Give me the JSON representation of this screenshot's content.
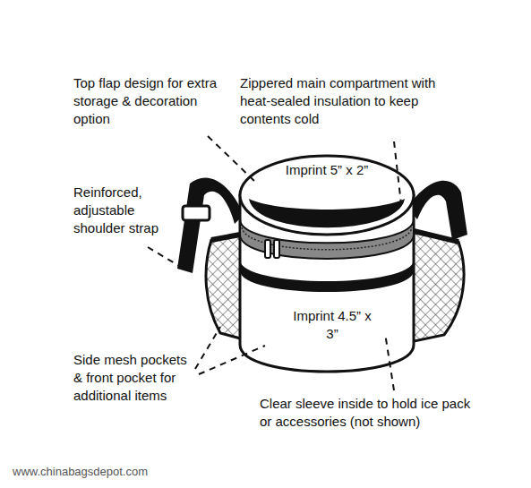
{
  "diagram": {
    "labels": [
      "Top flap design for extra storage & decoration option",
      "Zippered main compartment with heat-sealed insulation to keep contents cold",
      "Imprint 5” x 2”",
      "Reinforced, adjustable shoulder strap",
      "Imprint 4.5” x 3”",
      "Side mesh pockets & front pocket for additional items",
      "Clear sleeve inside to hold ice pack or accessories (not shown)",
      "www.chinabagsdepot.com"
    ]
  }
}
